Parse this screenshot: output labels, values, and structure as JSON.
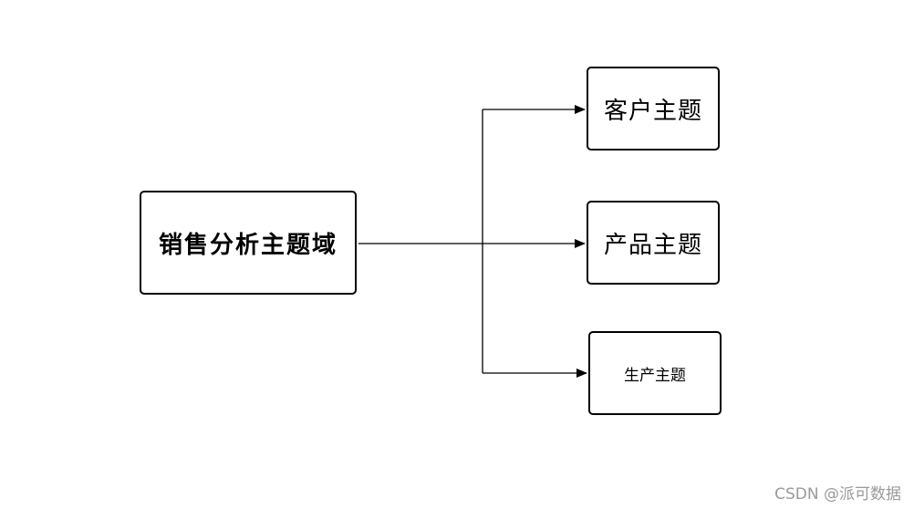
{
  "diagram": {
    "root": {
      "label": "销售分析主题域"
    },
    "children": [
      {
        "label": "客户主题"
      },
      {
        "label": "产品主题"
      },
      {
        "label": "生产主题"
      }
    ],
    "colors": {
      "stroke": "#000000",
      "background": "#ffffff",
      "watermark": "#9a9a9a"
    }
  },
  "watermark": {
    "text": "CSDN @派可数据"
  }
}
